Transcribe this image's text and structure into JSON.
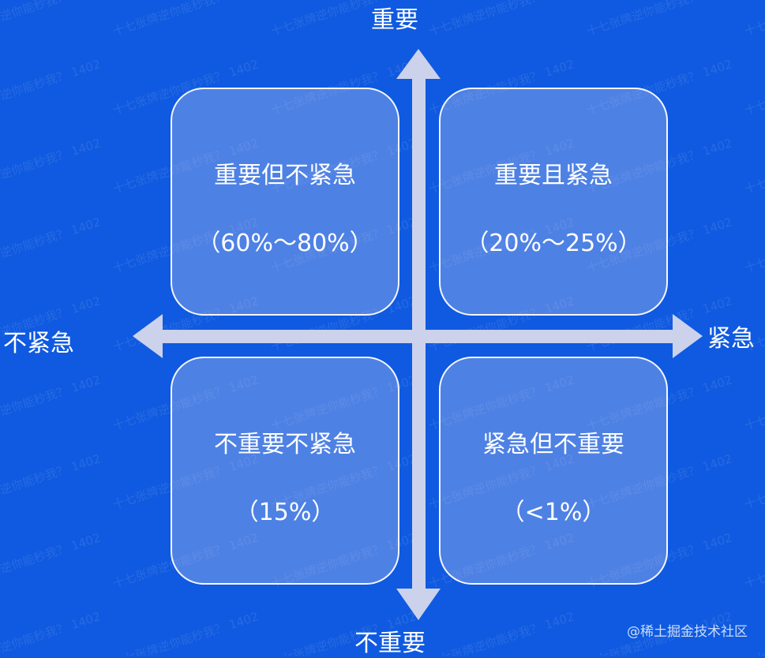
{
  "axes": {
    "top": "重要",
    "bottom": "不重要",
    "left": "不紧急",
    "right": "紧急"
  },
  "quadrants": [
    {
      "title": "重要但不紧急",
      "percent": "（60%～80%）"
    },
    {
      "title": "重要且紧急",
      "percent": "（20%～25%）"
    },
    {
      "title": "不重要不紧急",
      "percent": "（15%）"
    },
    {
      "title": "紧急但不重要",
      "percent": "（<1%）"
    }
  ],
  "watermark": {
    "text": "十七张牌逆你能秒我？ 1402"
  },
  "credit": "@稀土掘金技术社区",
  "colors": {
    "background": "#0f5ae0",
    "arrow": "#ccd2ec",
    "box_border": "#f4f6ff",
    "text": "#ffffff"
  }
}
